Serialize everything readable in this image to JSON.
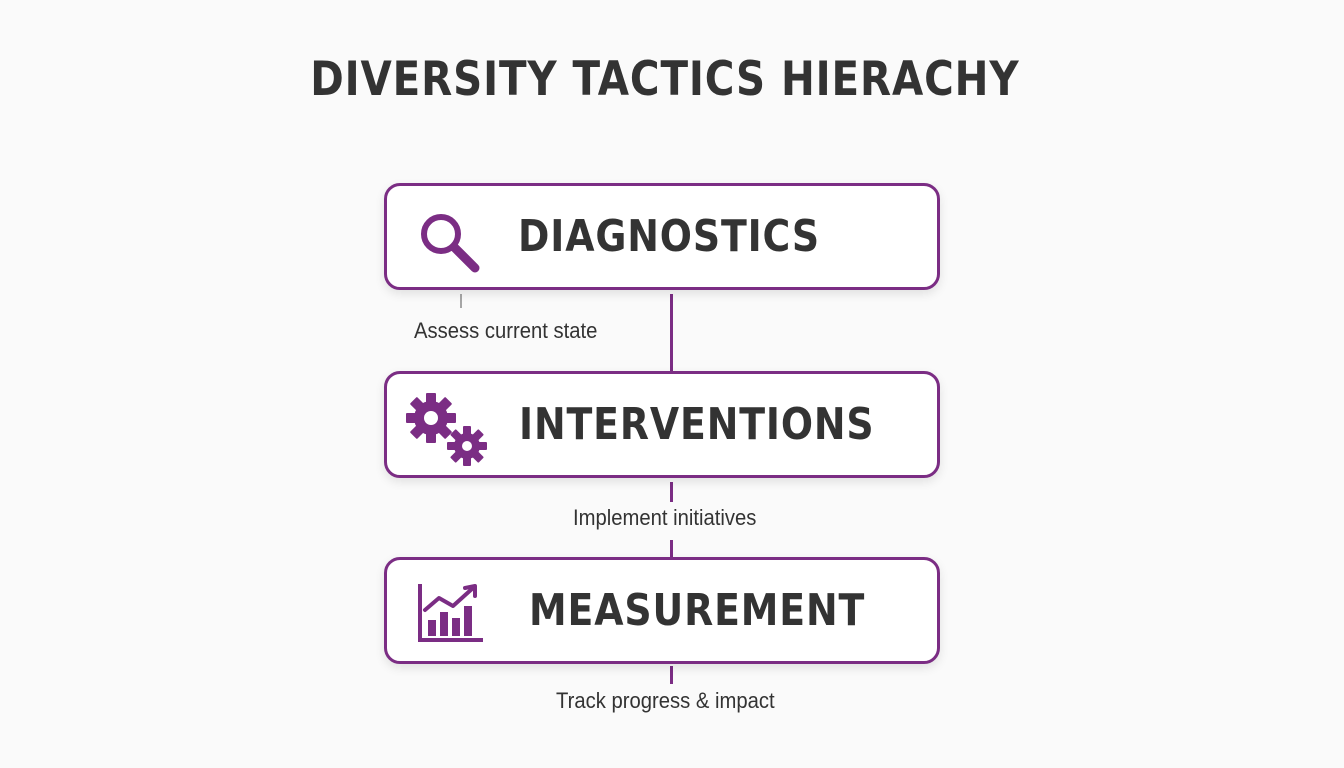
{
  "title": "DIVERSITY TACTICS HIERACHY",
  "accent_color": "#7b2d84",
  "steps": [
    {
      "label": "DIAGNOSTICS",
      "icon": "magnifying-glass-icon",
      "caption": "Assess current state"
    },
    {
      "label": "INTERVENTIONS",
      "icon": "gears-icon",
      "caption": "Implement initiatives"
    },
    {
      "label": "MEASUREMENT",
      "icon": "bar-chart-trend-icon",
      "caption": "Track progress & impact"
    }
  ]
}
